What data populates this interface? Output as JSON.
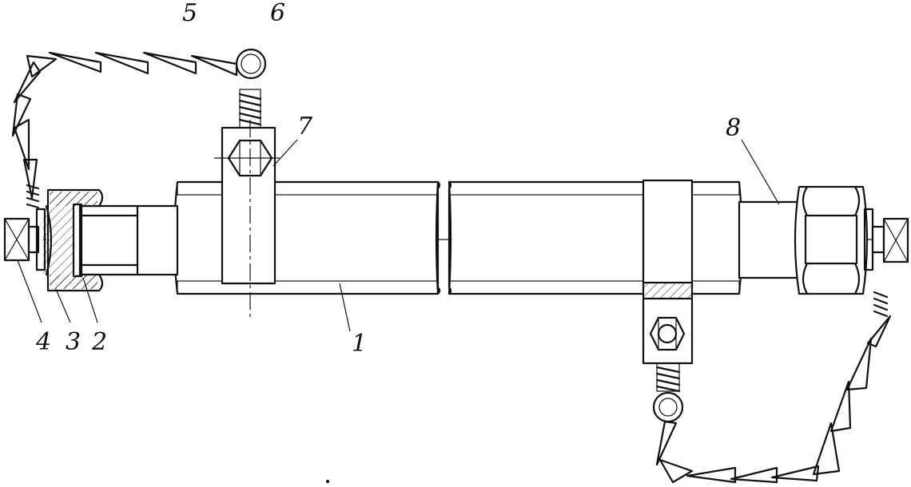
{
  "labels": {
    "hose": "1",
    "gasket": "2",
    "union_nut": "3",
    "plug": "4",
    "chain": "5",
    "ring": "6",
    "clamp_left": "7",
    "nipple_right": "8"
  },
  "colors": {
    "ink": "#111111",
    "paper": "#ffffff"
  }
}
